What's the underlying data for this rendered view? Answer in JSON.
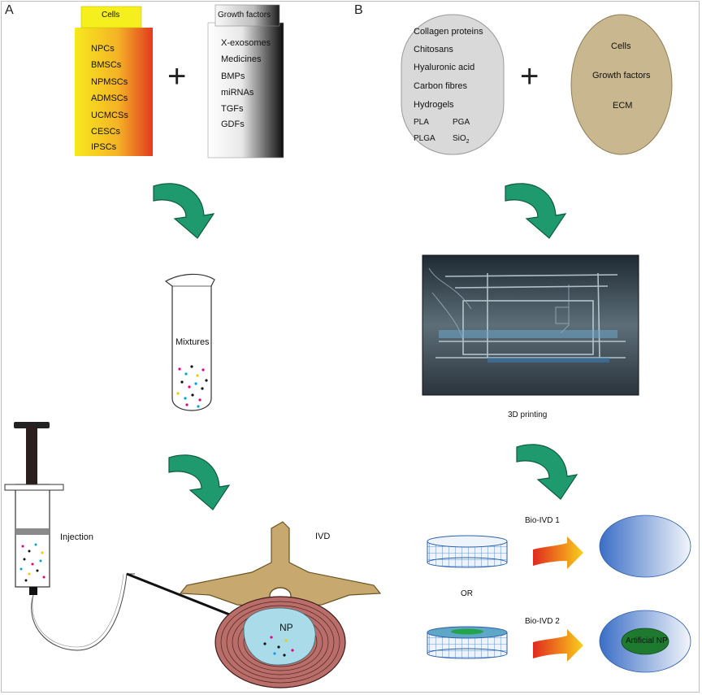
{
  "panels": {
    "a": "A",
    "b": "B"
  },
  "panel_a": {
    "cells_header": "Cells",
    "cells": [
      "NPCs",
      "BMSCs",
      "NPMSCs",
      "ADMSCs",
      "UCMCSs",
      "CESCs",
      "IPSCs"
    ],
    "growth_header": "Growth factors",
    "growth_factors": [
      "X-exosomes",
      "Medicines",
      "BMPs",
      "miRNAs",
      "TGFs",
      "GDFs"
    ],
    "plus": "+",
    "mixtures": "Mixtures",
    "injection": "Injection",
    "ivd": "IVD",
    "np": "NP"
  },
  "panel_b": {
    "materials": [
      "Collagen proteins",
      "Chitosans",
      "Hyaluronic acid",
      "Carbon fibres",
      "Hydrogels"
    ],
    "pla": "PLA",
    "pga": "PGA",
    "plga": "PLGA",
    "sio2": "SiO",
    "sio2_sub": "2",
    "plus": "+",
    "bio_items": [
      "Cells",
      "Growth factors",
      "ECM"
    ],
    "printing": "3D printing",
    "bio_ivd_1": "Bio-IVD 1",
    "or": "OR",
    "bio_ivd_2": "Bio-IVD 2",
    "artificial_np": "Artificial NP"
  },
  "colors": {
    "arrow_green": "#1e9a6e",
    "cells_gradient": [
      "#f7e51c",
      "#e2381f"
    ],
    "header_yellow": "#f5f01c",
    "materials_fill": "#d9d9d9",
    "bio_fill": "#c8b78f",
    "disc_blue_dark": "#3a6fc6",
    "np_blue": "#a8d8e8",
    "artificial_np_green": "#1e7a2e"
  }
}
